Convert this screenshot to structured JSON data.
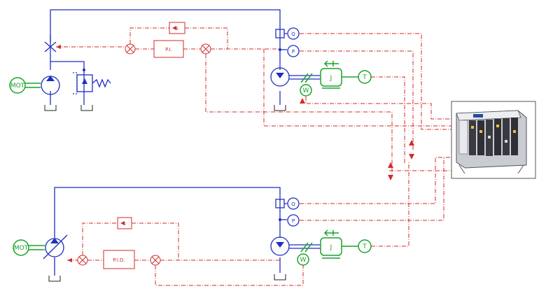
{
  "labels": {
    "motor": "MOT",
    "pi": "P.I.",
    "pid": "P.I.D.",
    "gain": "k",
    "flow": "Q",
    "pressure": "P",
    "inertia": "J",
    "torque": "T",
    "speed": "W"
  },
  "colors": {
    "hydraulic": "#1e2fbf",
    "signal": "#d52a2a",
    "mechanical": "#1aa32a"
  }
}
